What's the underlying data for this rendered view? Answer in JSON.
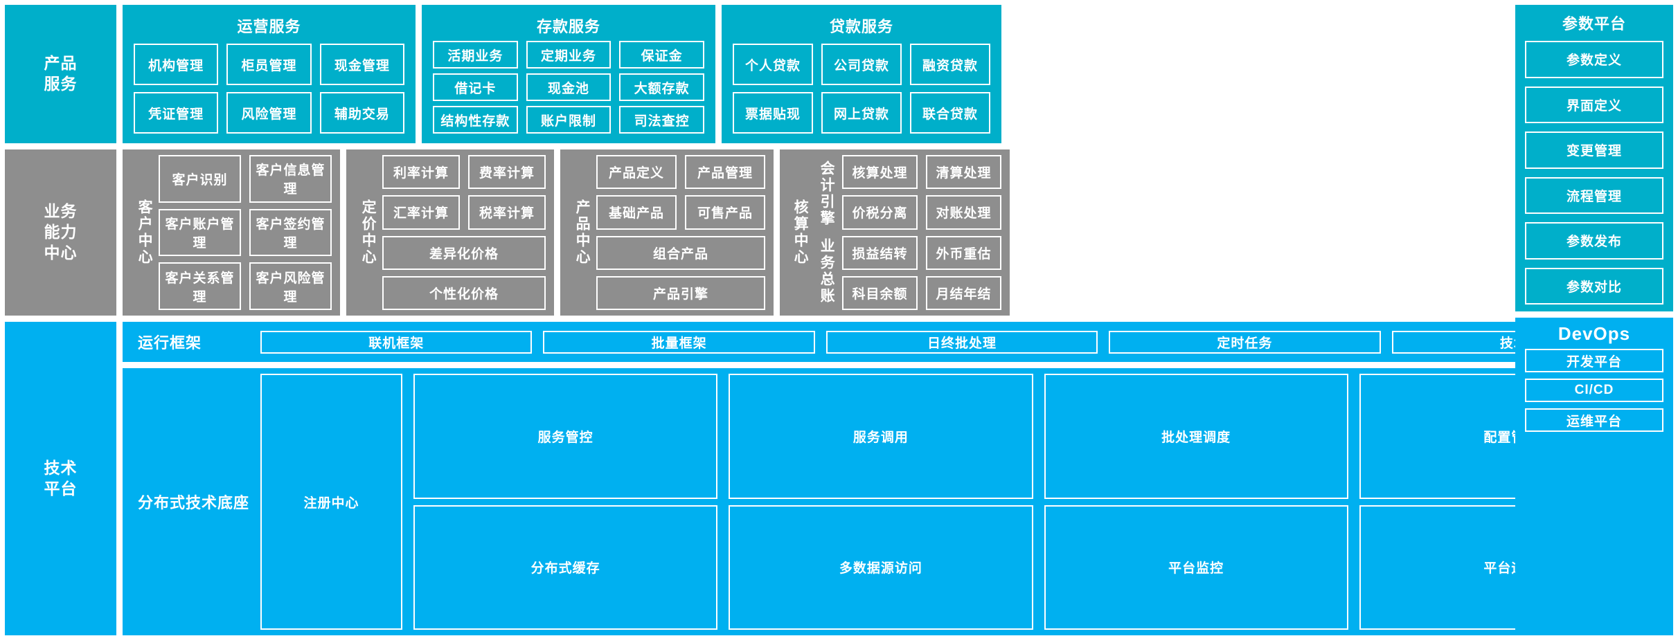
{
  "colors": {
    "teal": "#00AFCA",
    "gray": "#8E8E8E",
    "blue": "#00B0F0",
    "border": "#FFFFFF",
    "text": "#FFFFFF"
  },
  "rows": {
    "product_service": {
      "spine_label": [
        "产品",
        "服务"
      ],
      "groups": [
        {
          "title": "运营服务",
          "rows": [
            [
              "机构管理",
              "柜员管理",
              "现金管理"
            ],
            [
              "凭证管理",
              "风险管理",
              "辅助交易"
            ]
          ]
        },
        {
          "title": "存款服务",
          "rows": [
            [
              "活期业务",
              "定期业务",
              "保证金"
            ],
            [
              "借记卡",
              "现金池",
              "大额存款"
            ],
            [
              "结构性存款",
              "账户限制",
              "司法查控"
            ]
          ]
        },
        {
          "title": "贷款服务",
          "rows": [
            [
              "个人贷款",
              "公司贷款",
              "融资贷款"
            ],
            [
              "票据贴现",
              "网上贷款",
              "联合贷款"
            ]
          ]
        }
      ]
    },
    "business_capability": {
      "spine_label": [
        "业务",
        "能力",
        "中心"
      ],
      "centers": [
        {
          "label": "客户中心",
          "rows": [
            [
              "客户识别",
              "客户信息管理"
            ],
            [
              "客户账户管理",
              "客户签约管理"
            ],
            [
              "客户关系管理",
              "客户风险管理"
            ]
          ]
        },
        {
          "label": "定价中心",
          "rows": [
            [
              "利率计算",
              "费率计算"
            ],
            [
              "汇率计算",
              "税率计算"
            ],
            [
              "差异化价格"
            ],
            [
              "个性化价格"
            ]
          ]
        },
        {
          "label": "产品中心",
          "rows": [
            [
              "产品定义",
              "产品管理"
            ],
            [
              "基础产品",
              "可售产品"
            ],
            [
              "组合产品"
            ],
            [
              "产品引擎"
            ]
          ]
        },
        {
          "label": "核算中心",
          "sub_groups": [
            {
              "label": "会计引擎",
              "rows": [
                [
                  "核算处理",
                  "清算处理"
                ],
                [
                  "价税分离",
                  "对账处理"
                ]
              ]
            },
            {
              "label": "业务总账",
              "rows": [
                [
                  "损益结转",
                  "外币重估"
                ],
                [
                  "科目余额",
                  "月结年结"
                ]
              ]
            }
          ]
        }
      ]
    },
    "tech_platform": {
      "spine_label": [
        "技术",
        "平台"
      ],
      "bands": [
        {
          "label": "运行框架",
          "cells": [
            "联机框架",
            "批量框架",
            "日终批处理",
            "定时任务",
            "技术组件"
          ]
        },
        {
          "label": "分布式技术底座",
          "big_cell": "注册中心",
          "columns": [
            [
              "服务管控",
              "分布式缓存"
            ],
            [
              "服务调用",
              "多数据源访问"
            ],
            [
              "批处理调度",
              "平台监控"
            ],
            [
              "配置管理",
              "平台运维"
            ]
          ]
        }
      ]
    }
  },
  "param_platform": {
    "title": "参数平台",
    "items": [
      "参数定义",
      "界面定义",
      "变更管理",
      "流程管理",
      "参数发布",
      "参数对比"
    ]
  },
  "devops": {
    "title": "DevOps",
    "items": [
      "开发平台",
      "CI/CD",
      "运维平台"
    ]
  }
}
